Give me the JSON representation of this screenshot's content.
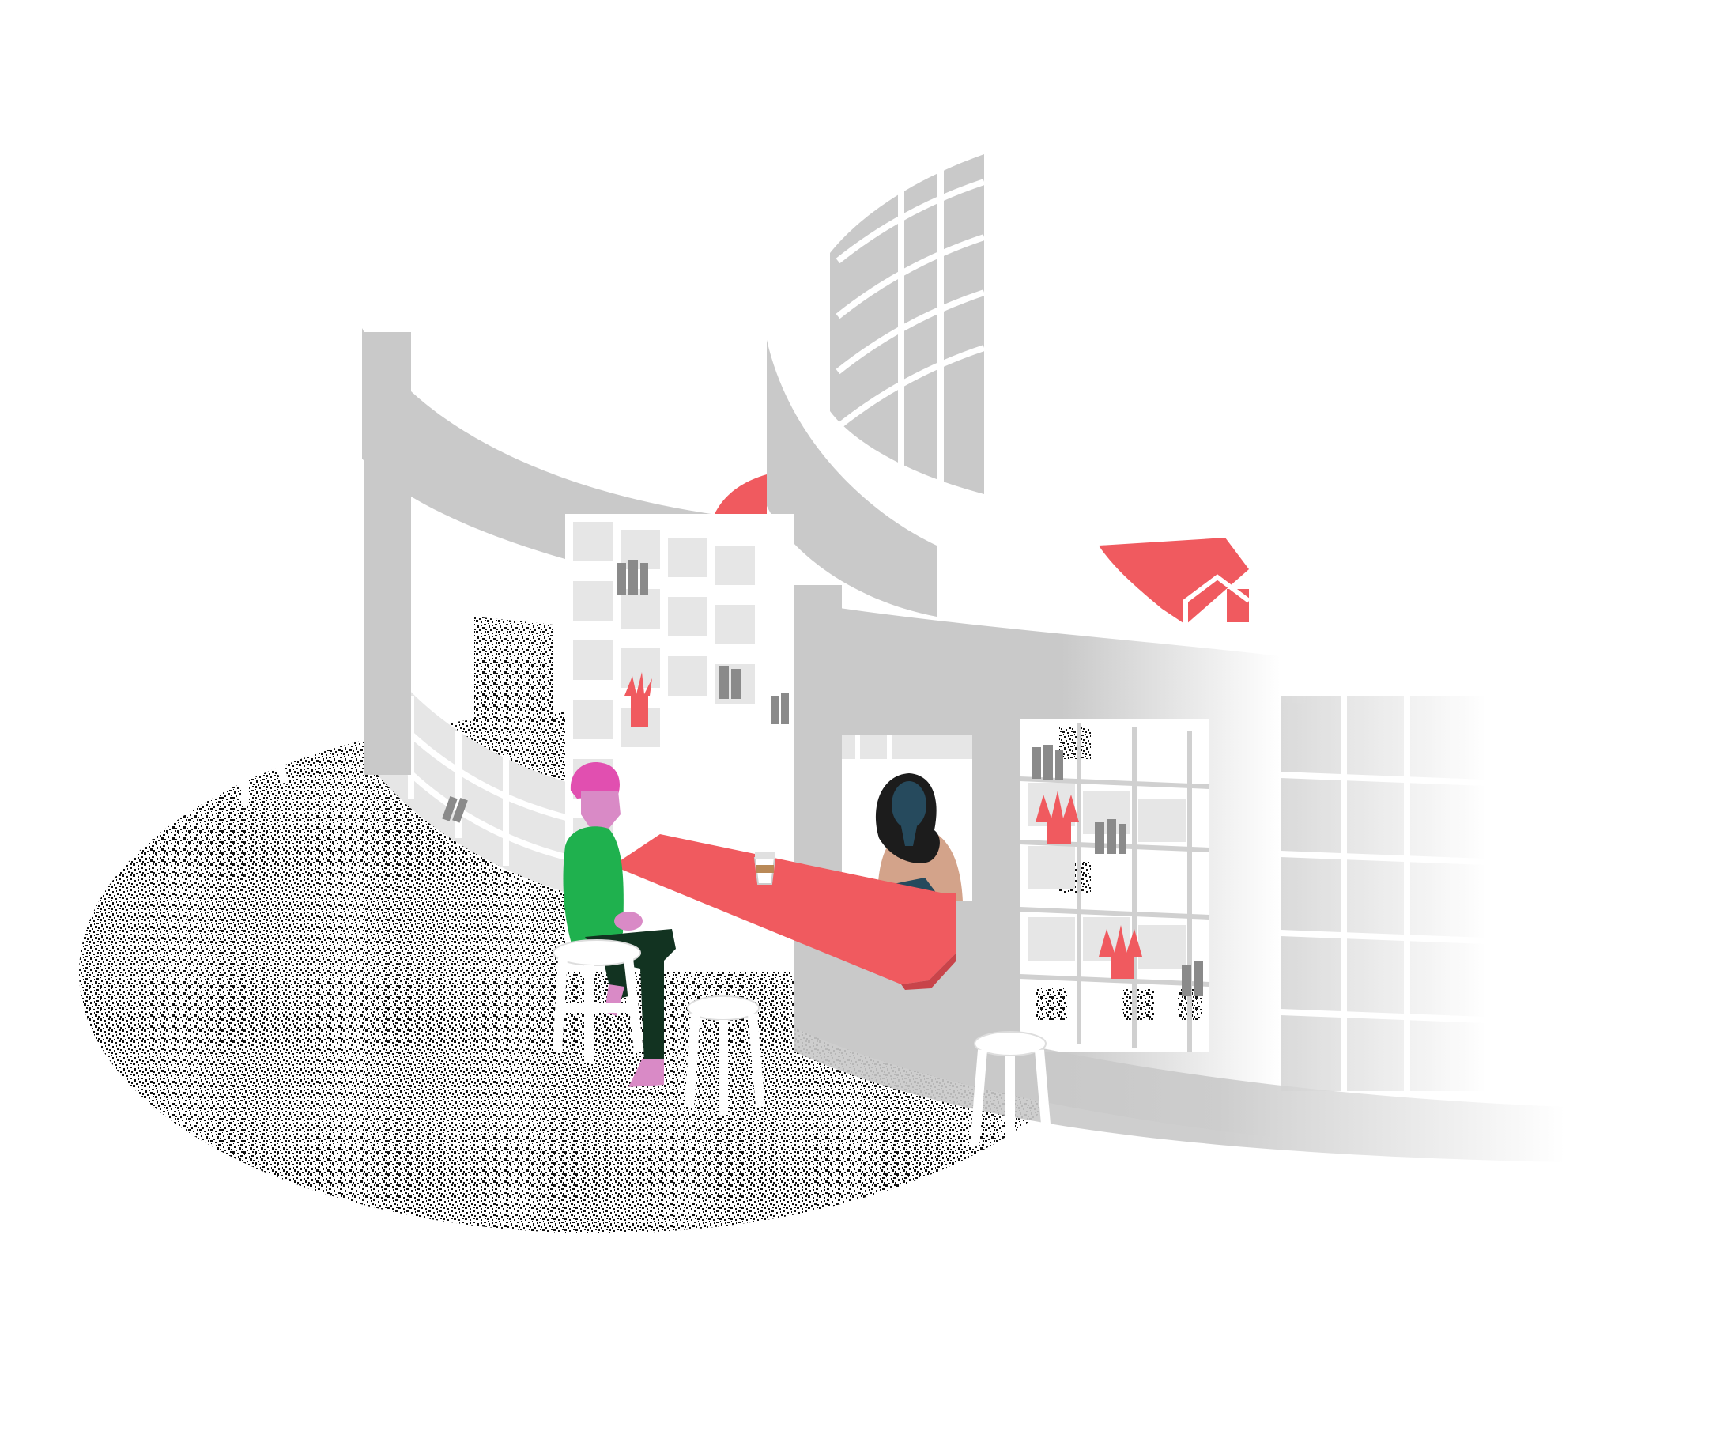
{
  "scene": {
    "kind": "illustration",
    "people": [
      {
        "role": "person-seated-on-stool",
        "hair": "pink",
        "shirt": "green"
      },
      {
        "role": "person-behind-counter",
        "hair": "dark",
        "top": "tan"
      }
    ],
    "objects": [
      "curved-partition-wall",
      "cubby-bookshelves",
      "red-counter",
      "coffee-cup",
      "stools",
      "potted-plants",
      "books",
      "terrazzo-floor"
    ]
  },
  "colors": {
    "wall": "#c9c9c9",
    "wall_shadow": "#b5b5b5",
    "shelf": "#ffffff",
    "shelf_inner": "#e6e6e6",
    "accent_red": "#f05a5f",
    "floor_dark": "#1a1a1a",
    "shirt_green": "#1fb14e",
    "hair_pink": "#e14fb0",
    "skin_pink": "#d98ac6",
    "pants_dark": "#123321",
    "skin_dark": "#264a5d",
    "top_tan": "#d3a38a",
    "hair_dark": "#1c1c1c",
    "book_gray": "#8a8a8a",
    "cup": "#b98957"
  }
}
